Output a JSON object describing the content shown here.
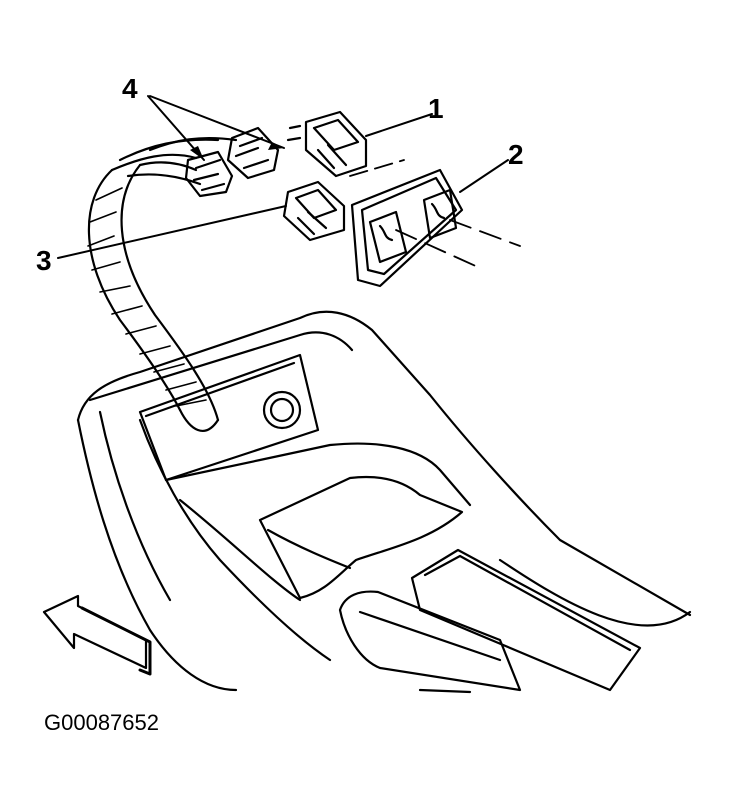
{
  "callouts": {
    "c1": "1",
    "c2": "2",
    "c3": "3",
    "c4": "4"
  },
  "figure_id": "G00087652",
  "colors": {
    "line": "#000000",
    "background": "#ffffff"
  },
  "icons": {
    "front_arrow": "arrow-up-left-icon"
  }
}
